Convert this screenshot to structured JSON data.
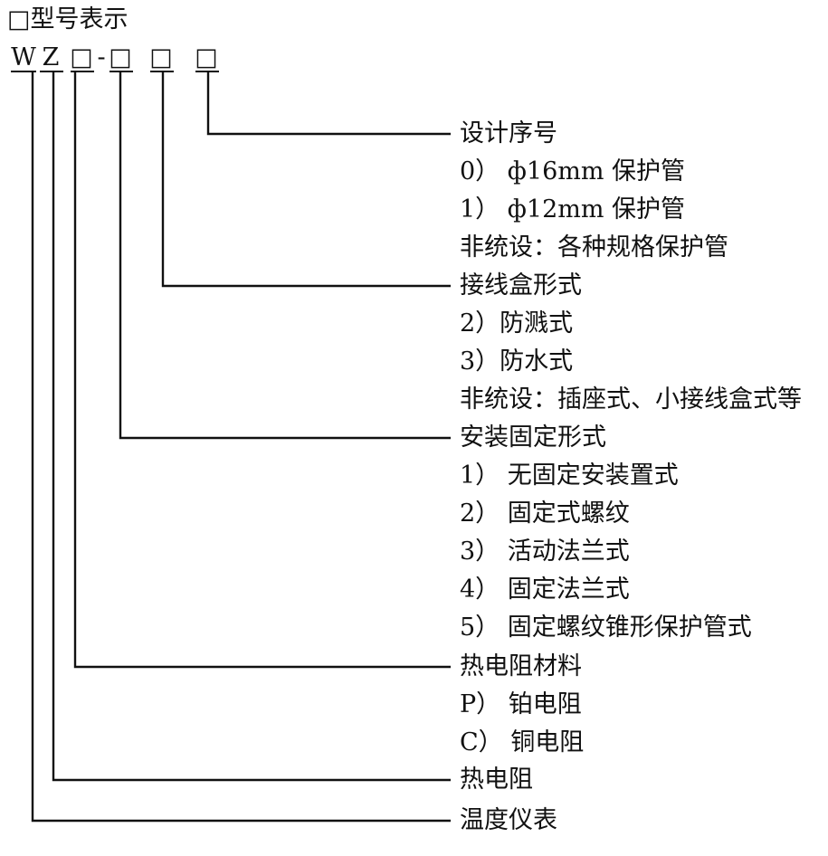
{
  "title": "□型号表示",
  "code": {
    "w": "W",
    "z": "Z",
    "box1": "□",
    "dash": "-",
    "box2": "□",
    "box3": "□",
    "box4": "□"
  },
  "groups": [
    {
      "heading": "设计序号",
      "items": [
        "0） ф16mm 保护管",
        "1） ф12mm 保护管",
        "非统设：各种规格保护管"
      ]
    },
    {
      "heading": "接线盒形式",
      "items": [
        "2）防溅式",
        "3）防水式",
        "非统设：插座式、小接线盒式等"
      ]
    },
    {
      "heading": "安装固定形式",
      "items": [
        "1） 无固定安装置式",
        "2）  固定式螺纹",
        "3）  活动法兰式",
        "4）  固定法兰式",
        "5）  固定螺纹锥形保护管式"
      ]
    },
    {
      "heading": "热电阻材料",
      "items": [
        "P）  铂电阻",
        "C）  铜电阻"
      ]
    },
    {
      "heading": "热电阻",
      "items": []
    },
    {
      "heading": "温度仪表",
      "items": []
    }
  ]
}
